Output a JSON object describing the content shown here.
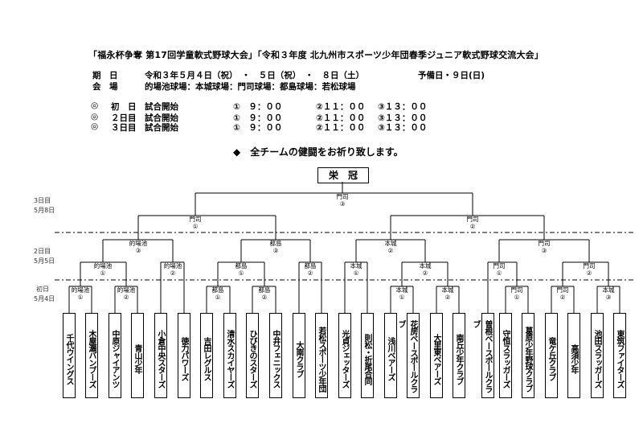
{
  "title": "「福永杯争奪 第17回学童軟式野球大会」「令和３年度 北九州市スポーツ少年団春季ジュニア軟式野球交流大会」",
  "dates_label": "期　日",
  "dates_value": "令和３年５月４日（祝）　・　５日（祝）　・　８日（土）",
  "reserve": "予備日・９日(日)",
  "venue_label": "会　場",
  "venue_value": "的場池球場：本城球場：門司球場：都島球場：若松球場",
  "schedule": [
    {
      "mark": "◎",
      "day": "初　日　試合開始",
      "s1": "①　９：００",
      "s2": "②１１：００",
      "s3": "③１３：００"
    },
    {
      "mark": "◎",
      "day": "２日目　試合開始",
      "s1": "①　９：００",
      "s2": "②１１：００",
      "s3": "③１３：００"
    },
    {
      "mark": "◎",
      "day": "３日目　試合開始",
      "s1": "①　９：００",
      "s2": "②１１：００",
      "s3": "③１３：００"
    }
  ],
  "prayer": "◆　全チームの健闘をお祈り致します。",
  "champion": "栄　冠",
  "day_labels": {
    "d3": [
      "3日目",
      "5月8日"
    ],
    "d2": [
      "2日目",
      "5月5日"
    ],
    "d1": [
      "初日",
      "5月4日"
    ]
  },
  "nodes": [
    {
      "venue": "門司",
      "num": "③"
    },
    {
      "venue": "門司",
      "num": "①"
    },
    {
      "venue": "門司",
      "num": "②"
    },
    {
      "venue": "的場池",
      "num": "③"
    },
    {
      "venue": "都島",
      "num": "③"
    },
    {
      "venue": "本城",
      "num": "②"
    },
    {
      "venue": "門司",
      "num": "③"
    },
    {
      "venue": "的場池",
      "num": "①"
    },
    {
      "venue": "的場池",
      "num": "②"
    },
    {
      "venue": "都島",
      "num": "①"
    },
    {
      "venue": "都島",
      "num": "②"
    },
    {
      "venue": "本城",
      "num": "①"
    },
    {
      "venue": "本城",
      "num": "②"
    },
    {
      "venue": "門司",
      "num": "①"
    },
    {
      "venue": "門司",
      "num": "②"
    },
    {
      "venue": "的場池",
      "num": "①"
    },
    {
      "venue": "的場池",
      "num": "②"
    },
    {
      "venue": "都島",
      "num": "①"
    },
    {
      "venue": "都島",
      "num": "②"
    },
    {
      "venue": "本城",
      "num": "①"
    },
    {
      "venue": "本城",
      "num": "②"
    },
    {
      "venue": "門司",
      "num": "①"
    },
    {
      "venue": "門司",
      "num": "②"
    },
    {
      "venue": "本城",
      "num": "③"
    }
  ],
  "teams": [
    {
      "num": "1",
      "name": "千代ウイングス"
    },
    {
      "num": "2",
      "name": "木屋瀬バンブーズ"
    },
    {
      "num": "3",
      "name": "中原ジャイアンツ"
    },
    {
      "num": "4",
      "name": "青山少年"
    },
    {
      "num": "5",
      "name": "小倉中央スターズ"
    },
    {
      "num": "6",
      "name": "徳力パワーズ"
    },
    {
      "num": "7",
      "name": "吉田レグルス"
    },
    {
      "num": "8",
      "name": "清水スカイヤーズ"
    },
    {
      "num": "9",
      "name": "ひびきのスターズ"
    },
    {
      "num": "10",
      "name": "中井フェニックス"
    },
    {
      "num": "11",
      "name": "大南クラブ"
    },
    {
      "num": "12",
      "name": "若松スポーツ少年団"
    },
    {
      "num": "13",
      "name": "光貞ジェッターズ"
    },
    {
      "num": "14",
      "name": "則松・折尾合同"
    },
    {
      "num": "15",
      "name": "浅川ベアーズ"
    },
    {
      "num": "16",
      "name": "花房ベースボールクラブ"
    },
    {
      "num": "17",
      "name": "大里東ベアーズ"
    },
    {
      "num": "18",
      "name": "南丘少年クラブ"
    },
    {
      "num": "19",
      "name": "曽根ベースボールクラブ"
    },
    {
      "num": "20",
      "name": "守恒スラッガーズ"
    },
    {
      "num": "21",
      "name": "葛原少年野球クラブ"
    },
    {
      "num": "22",
      "name": "竜ケ丘クラブ"
    },
    {
      "num": "23",
      "name": "高須少年"
    },
    {
      "num": "24",
      "name": "池田スラッガーズ"
    },
    {
      "num": "25",
      "name": "東筑ファイターズ"
    }
  ]
}
